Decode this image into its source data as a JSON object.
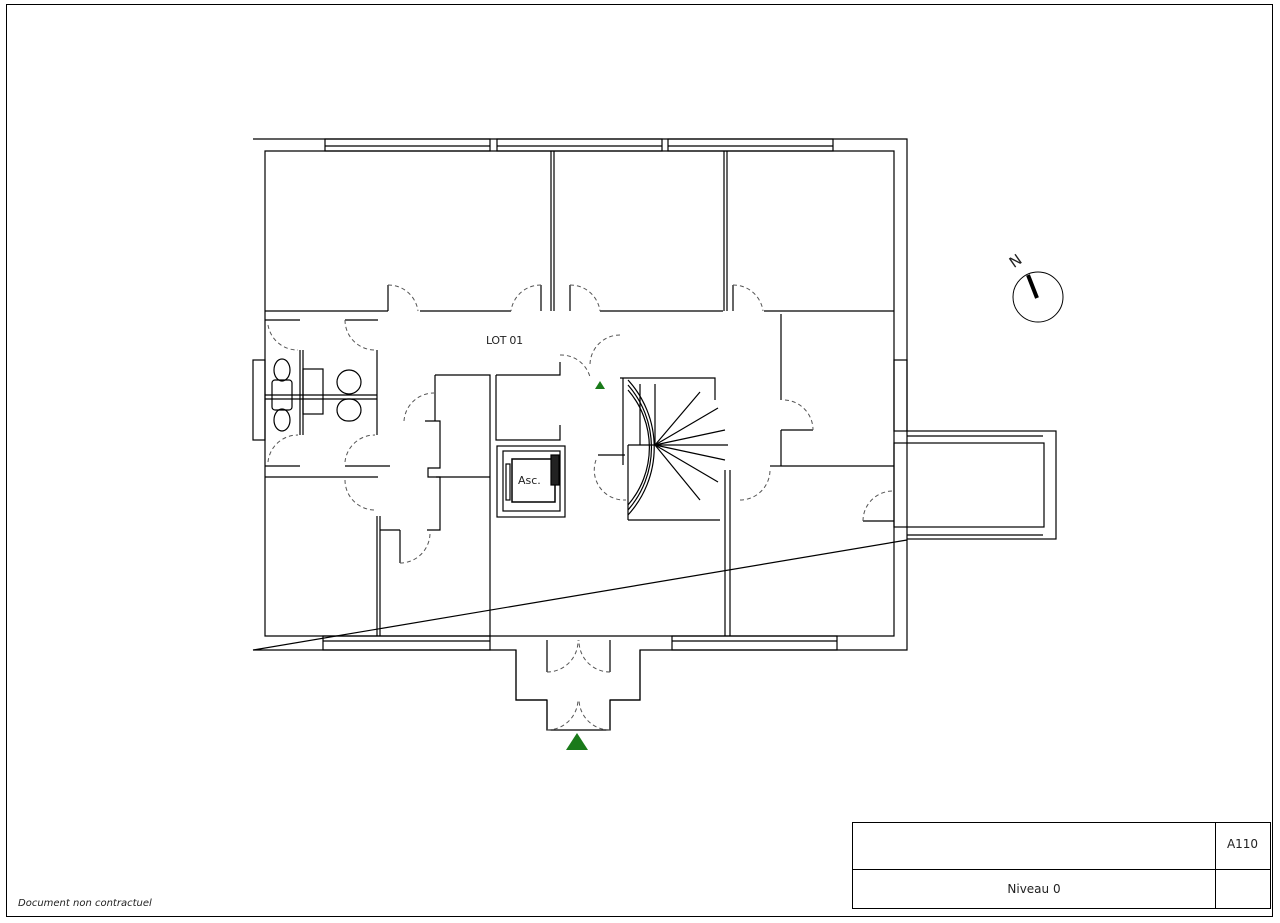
{
  "sheet": {
    "disclaimer": "Document non contractuel",
    "title_block": {
      "sheet_code": "A110",
      "level": "Niveau 0"
    }
  },
  "plan": {
    "zone_label": "LOT 01",
    "elevator_label": "Asc.",
    "compass_label": "N",
    "entrance_marker_color": "#1a7a1a",
    "line_color": "#000000",
    "door_swing_color": "#555555"
  }
}
